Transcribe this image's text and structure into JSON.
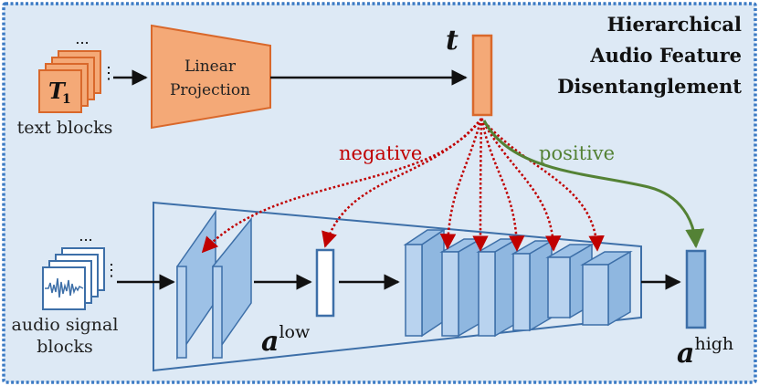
{
  "title_lines": [
    "Hierarchical",
    "Audio Feature",
    "Disentanglement"
  ],
  "text_block": {
    "glyph": "T",
    "subscript": "1",
    "ellipsis": "...",
    "ellipsis_side": "⋮",
    "caption": "text blocks"
  },
  "projection": {
    "line1": "Linear",
    "line2": "Projection"
  },
  "t_symbol": "t",
  "labels": {
    "negative": "negative",
    "positive": "positive"
  },
  "audio_block": {
    "ellipsis": "...",
    "ellipsis_side": "⋮",
    "caption_line1": "audio signal",
    "caption_line2": "blocks"
  },
  "a_low": {
    "base": "a",
    "sup": "low"
  },
  "a_high": {
    "base": "a",
    "sup": "high"
  },
  "colors": {
    "background": "#dde9f5",
    "border": "#3b7ac4",
    "orange_fill": "#f4a977",
    "orange_stroke": "#d9682b",
    "blue_fill": "#b9d3ef",
    "blue_stroke": "#3d6fa8",
    "negative": "#c00000",
    "positive": "#548235"
  }
}
